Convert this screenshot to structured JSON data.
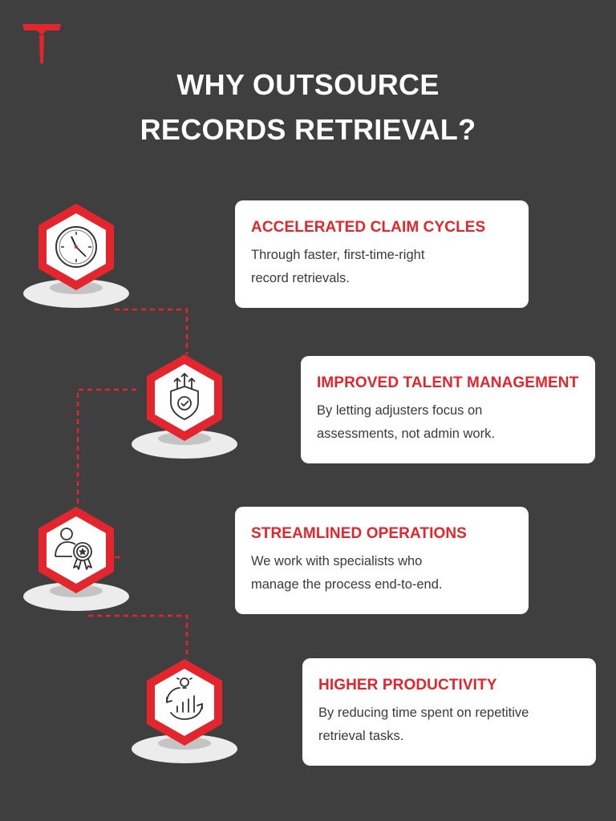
{
  "brand": {
    "logo_icon": "t-letter-logo-icon",
    "accent_color": "#e3262e",
    "background_color": "#3f3f3f"
  },
  "header": {
    "title_line1": "WHY OUTSOURCE",
    "title_line2": "RECORDS RETRIEVAL?"
  },
  "items": [
    {
      "title": "ACCELERATED CLAIM CYCLES",
      "text": "Through faster, first-time-right\nrecord retrievals.",
      "icon": "clock-icon"
    },
    {
      "title": "IMPROVED TALENT MANAGEMENT",
      "text": "By letting adjusters focus on\nassessments, not admin work.",
      "icon": "shield-growth-icon"
    },
    {
      "title": "STREAMLINED OPERATIONS",
      "text": "We work with specialists who\nmanage the process end-to-end.",
      "icon": "specialist-award-icon"
    },
    {
      "title": "HIGHER PRODUCTIVITY",
      "text": "By reducing time spent on repetitive\nretrieval tasks.",
      "icon": "productivity-cycle-icon"
    }
  ]
}
